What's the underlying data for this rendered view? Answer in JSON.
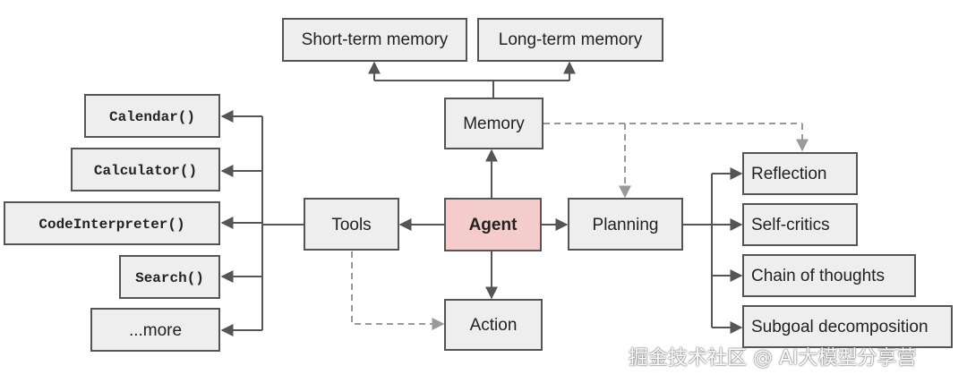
{
  "diagram": {
    "nodes": {
      "short_term_memory": "Short-term memory",
      "long_term_memory": "Long-term memory",
      "memory": "Memory",
      "agent": "Agent",
      "tools": "Tools",
      "planning": "Planning",
      "action": "Action",
      "calendar": "Calendar()",
      "calculator": "Calculator()",
      "code_interpreter": "CodeInterpreter()",
      "search": "Search()",
      "more": "...more",
      "reflection": "Reflection",
      "self_critics": "Self-critics",
      "chain_of_thoughts": "Chain of thoughts",
      "subgoal_decomposition": "Subgoal decomposition"
    }
  },
  "watermark": "掘金技术社区 @ AI大模型分享营",
  "colors": {
    "box_fill": "#eeeeee",
    "agent_fill": "#f4cccc",
    "stroke": "#555555",
    "dashed_stroke": "#999999"
  }
}
